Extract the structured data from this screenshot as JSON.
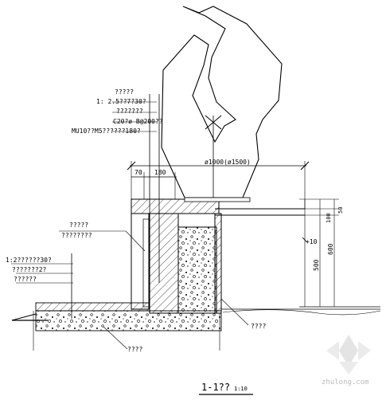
{
  "annotations_top": [
    "?????",
    "1: 2.5??7?30?",
    "???????",
    "C20?ø B@200??",
    "MU10??M5??????180?"
  ],
  "annotation_mid": [
    "?????",
    "????????"
  ],
  "annotations_left": [
    "1:2??????30?",
    "???????2?",
    "??????"
  ],
  "annotation_bottom_right": "????",
  "annotation_bottom_left": "????",
  "dimensions": {
    "diameter": "ø1000(ø1500)",
    "d70": "70",
    "d180": "180",
    "d100": "100",
    "d50": "50",
    "d500": "500",
    "d600": "600",
    "elev": "+10"
  },
  "title": "1-1??",
  "scale": "1:10",
  "watermark": "zhulong.com"
}
